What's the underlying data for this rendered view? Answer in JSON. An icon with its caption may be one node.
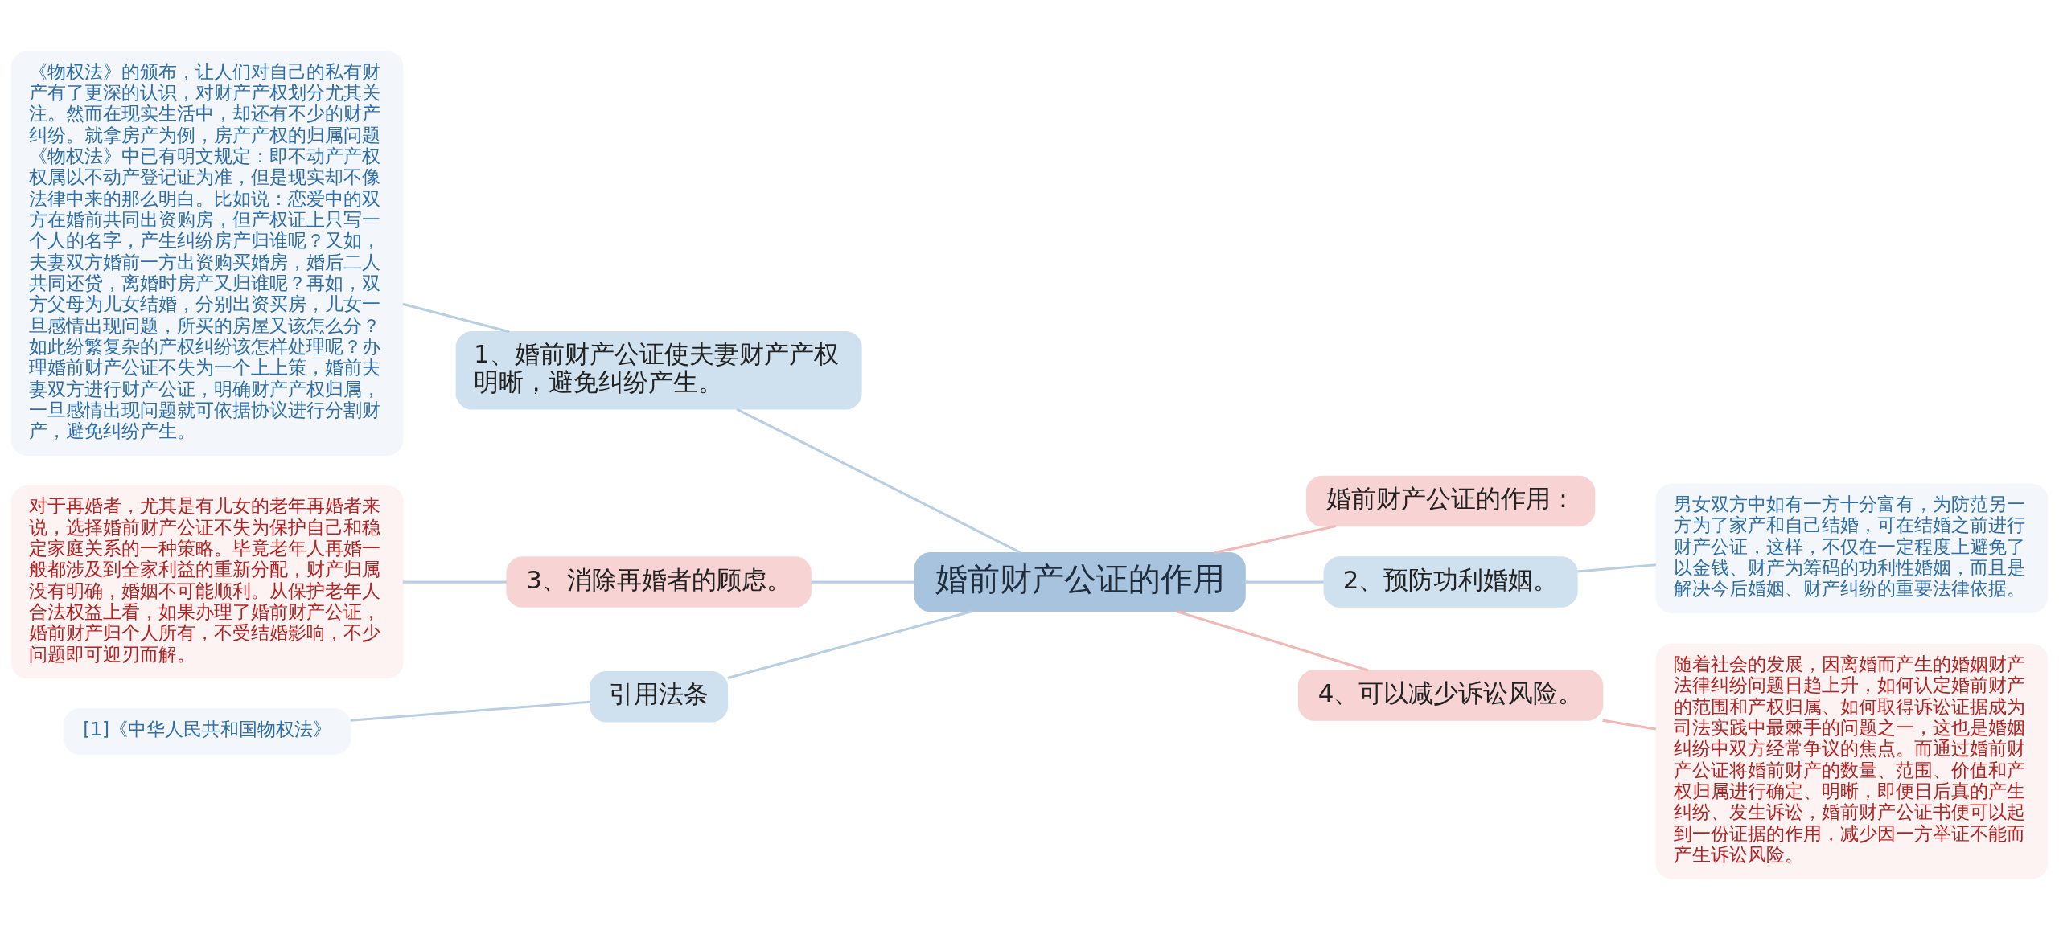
{
  "diagram": {
    "nodes": [
      {
        "text": [
          "婚前财产公证的作用"
        ]
      },
      {
        "text": [
          "1、婚前财产公证使夫妻财产产权明晰，避免纠纷产生。"
        ]
      },
      {
        "text": [
          "《物权法》的颁布，让人们对自己的私有财产有了更深的认识，对财产产权划分尤其关注。然而在现实生活中，却还有不少的财产纠纷。就拿房产为例，房产产权的归属问题《物权法》中已有明文规定：即不动产产权权属以不动产登记证为准，但是现实却不像法律中来的那么明白。比如说：恋爱中的双方在婚前共同出资购房，但产权证上只写一个人的名字，产生纠纷房产归谁呢？又如，夫妻双方婚前一方出资购买婚房，婚后二人共同还贷，离婚时房产又归谁呢？再如，双方父母为儿女结婚，分别出资买房，儿女一旦感情出现问题，所买的房屋又该怎么分？如此纷繁复杂的产权纠纷该怎样处理呢？办理婚前财产公证不失为一个上上策，婚前夫妻双方进行财产公证，明确财产产权归属，一旦感情出现问题就可依据协议进行分割财产，避免纠纷产生。"
        ]
      },
      {
        "text": [
          "3、消除再婚者的顾虑。"
        ]
      },
      {
        "text": [
          "对于再婚者，尤其是有儿女的老年再婚者来说，选择婚前财产公证不失为保护自己和稳定家庭关系的一种策略。毕竟老年人再婚一般都涉及到全家利益的重新分配，财产归属没有明确，婚姻不可能顺利。从保护老年人合法权益上看，如果办理了婚前财产公证，婚前财产归个人所有，不受结婚影响，不少问题即可迎刃而解。"
        ]
      },
      {
        "text": [
          "引用法条"
        ]
      },
      {
        "text": [
          "[1]《中华人民共和国物权法》"
        ]
      },
      {
        "text": [
          "婚前财产公证的作用："
        ]
      },
      {
        "text": [
          "2、预防功利婚姻。"
        ]
      },
      {
        "text": [
          "男女双方中如有一方十分富有，为防范另一方为了家产和自己结婚，可在结婚之前进行财产公证，这样，不仅在一定程度上避免了以金钱、财产为筹码的功利性婚姻，而且是解决今后婚姻、财产纠纷的重要法律依据。"
        ]
      },
      {
        "text": [
          "4、可以减少诉讼风险。"
        ]
      },
      {
        "text": [
          "随着社会的发展，因离婚而产生的婚姻财产法律纠纷问题日趋上升，如何认定婚前财产的范围和产权归属、如何取得诉讼证据成为司法实践中最棘手的问题之一，这也是婚姻纠纷中双方经常争议的焦点。而通过婚前财产公证将婚前财产的数量、范围、价值和产权归属进行确定、明晰，即便日后真的产生纠纷、发生诉讼，婚前财产公证书便可以起到一份证据的作用，减少因一方举证不能而产生诉讼风险。"
        ]
      }
    ],
    "edges": [
      {
        "from": 2,
        "to": 1,
        "arrow": "none"
      },
      {
        "from": 1,
        "to": 0,
        "arrow": "none"
      },
      {
        "from": 4,
        "to": 3,
        "arrow": "none"
      },
      {
        "from": 3,
        "to": 0,
        "arrow": "none"
      },
      {
        "from": 6,
        "to": 5,
        "arrow": "none"
      },
      {
        "from": 5,
        "to": 0,
        "arrow": "none"
      },
      {
        "from": 0,
        "to": 7,
        "arrow": "none",
        "color": "#f2b8b8"
      },
      {
        "from": 0,
        "to": 8,
        "arrow": "none"
      },
      {
        "from": 8,
        "to": 9,
        "arrow": "none"
      },
      {
        "from": 0,
        "to": 10,
        "arrow": "none",
        "color": "#f2b8b8"
      },
      {
        "from": 10,
        "to": 11,
        "arrow": "none",
        "color": "#f2b8b8"
      }
    ]
  }
}
